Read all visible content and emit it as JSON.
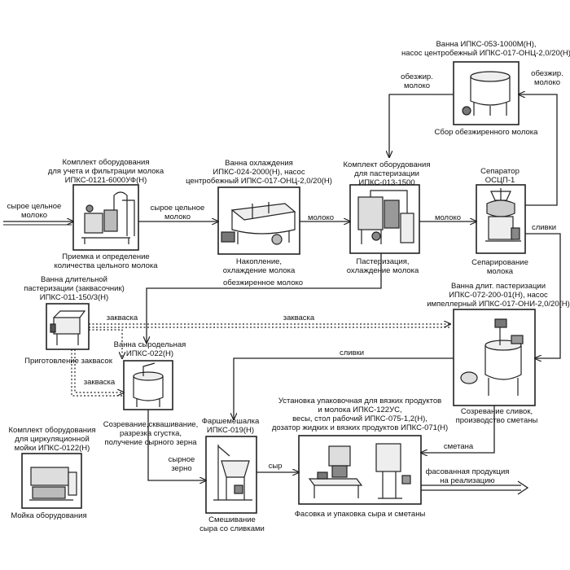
{
  "units": [
    {
      "id": "reception",
      "header": [
        "Комплект оборудования",
        "для учета и фильтрации молока",
        "ИПКС-0121-6000УФ(Н)"
      ],
      "caption": [
        "Приемка и определение",
        "количества цельного молока"
      ]
    },
    {
      "id": "cooling",
      "header": [
        "Ванна охлаждения",
        "ИПКС-024-2000(Н), насос",
        "центробежный ИПКС-017-ОНЦ-2,0/20(Н)"
      ],
      "caption": [
        "Накопление,",
        "охлаждение молока"
      ]
    },
    {
      "id": "pasteurization",
      "header": [
        "Комплект оборудования",
        "для пастеризации",
        "ИПКС-013-1500"
      ],
      "caption": [
        "Пастеризация,",
        "охлаждение молока"
      ]
    },
    {
      "id": "separator",
      "header": [
        "Сепаратор",
        "ОСЦП-1"
      ],
      "caption": [
        "Сепарирование",
        "молока"
      ]
    },
    {
      "id": "skim_collect",
      "header": [
        "Ванна ИПКС-053-1000М(Н),",
        "насос центробежный ИПКС-017-ОНЦ-2,0/20(Н)"
      ],
      "caption": [
        "Сбор обезжиренного молока"
      ]
    },
    {
      "id": "starter",
      "header": [
        "Ванна длительной",
        "пастеризации (заквасочник)",
        "ИПКС-011-150/3(Н)"
      ],
      "caption": [
        "Приготовление заквасок"
      ]
    },
    {
      "id": "cheese_vat",
      "header": [
        "Ванна сыродельная",
        "ИПКС-022(Н)"
      ],
      "caption": [
        "Созревание,сквашивание,",
        "разрезка сгустка,",
        "получение сырного зерна"
      ]
    },
    {
      "id": "cream_vat",
      "header": [
        "Ванна длит. пастеризации",
        "ИПКС-072-200-01(Н), насос",
        "импеллерный ИПКС-017-ОНИ-2,0/20(Н)"
      ],
      "caption": [
        "Созревание сливок,",
        "производство сметаны"
      ]
    },
    {
      "id": "cip",
      "header": [
        "Комплект оборудования",
        "для циркуляционной",
        "мойки ИПКС-0122(Н)"
      ],
      "caption": [
        "Мойка оборудования"
      ]
    },
    {
      "id": "mixer",
      "header": [
        "Фаршемешалка",
        "ИПКС-019(Н)"
      ],
      "caption": [
        "Смешивание",
        "сыра со сливками"
      ]
    },
    {
      "id": "packing",
      "header": [
        "Установка упаковочная для вязких продуктов",
        "и молока ИПКС-122УС,",
        "весы, стол рабочий ИПКС-075-1,2(Н),",
        "дозатор жидких и вязких продуктов ИПКС-071(Н)"
      ],
      "caption": [
        "Фасовка и упаковка сыра и сметаны"
      ]
    }
  ],
  "flows": {
    "raw_milk": [
      "сырое цельное",
      "молоко"
    ],
    "raw_milk2": [
      "сырое цельное",
      "молоко"
    ],
    "milk1": "молоко",
    "milk2": "молоко",
    "skim_left": [
      "обезжир.",
      "молоко"
    ],
    "skim_right": [
      "обезжир.",
      "молоко"
    ],
    "cream1": "сливки",
    "skim_main": "обезжиренное молоко",
    "starter1": "закваска",
    "starter2": "закваска",
    "starter3": "закваска",
    "cream2": "сливки",
    "cheese_grain": [
      "сырное",
      "зерно"
    ],
    "cheese": "сыр",
    "sour_cream": "сметана",
    "output": [
      "фасованная продукция",
      "на реализацию"
    ]
  }
}
